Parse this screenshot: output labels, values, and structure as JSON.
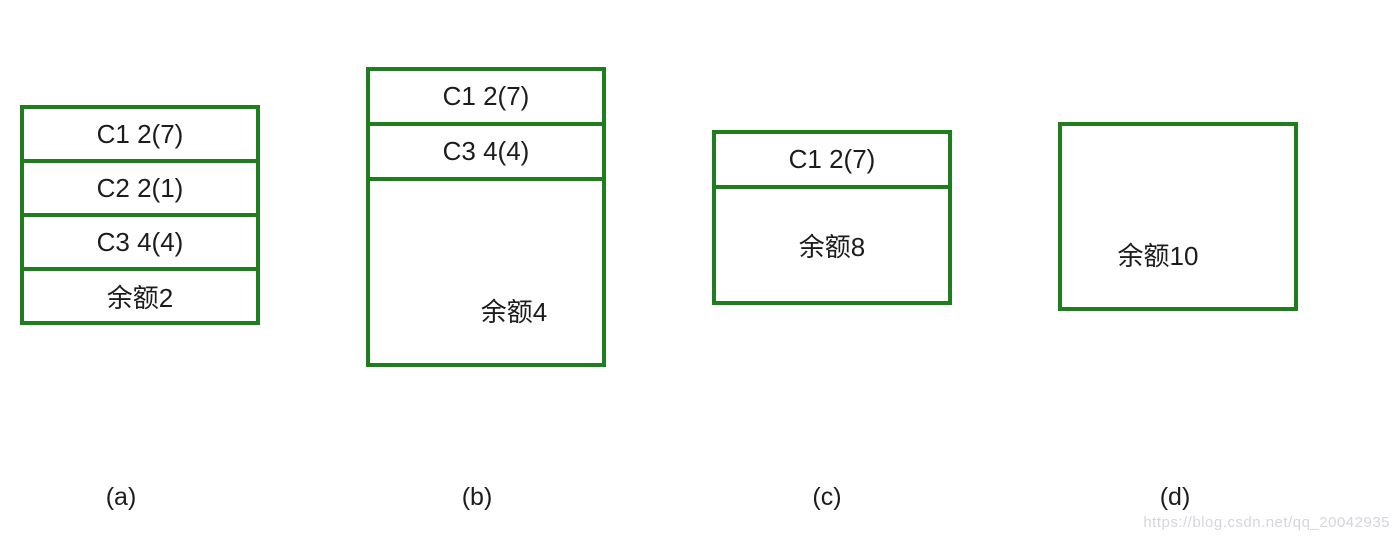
{
  "page": {
    "watermark_text": "https://blog.csdn.net/qq_20042935"
  },
  "colors": {
    "box_border": "#1e7e1e",
    "text": "#1c1c1c",
    "watermark": "#d5d5dd"
  },
  "diagrams": [
    {
      "label": "(a)",
      "rows": [
        {
          "text": "C1 2(7)"
        },
        {
          "text": "C2 2(1)"
        },
        {
          "text": "C3 4(4)"
        },
        {
          "text": "余额2"
        }
      ]
    },
    {
      "label": "(b)",
      "rows": [
        {
          "text": "C1 2(7)"
        },
        {
          "text": "C3 4(4)"
        },
        {
          "text": "余额4"
        }
      ]
    },
    {
      "label": "(c)",
      "rows": [
        {
          "text": "C1 2(7)"
        },
        {
          "text": "余额8"
        }
      ]
    },
    {
      "label": "(d)",
      "rows": [
        {
          "text": "余额10"
        }
      ]
    }
  ]
}
